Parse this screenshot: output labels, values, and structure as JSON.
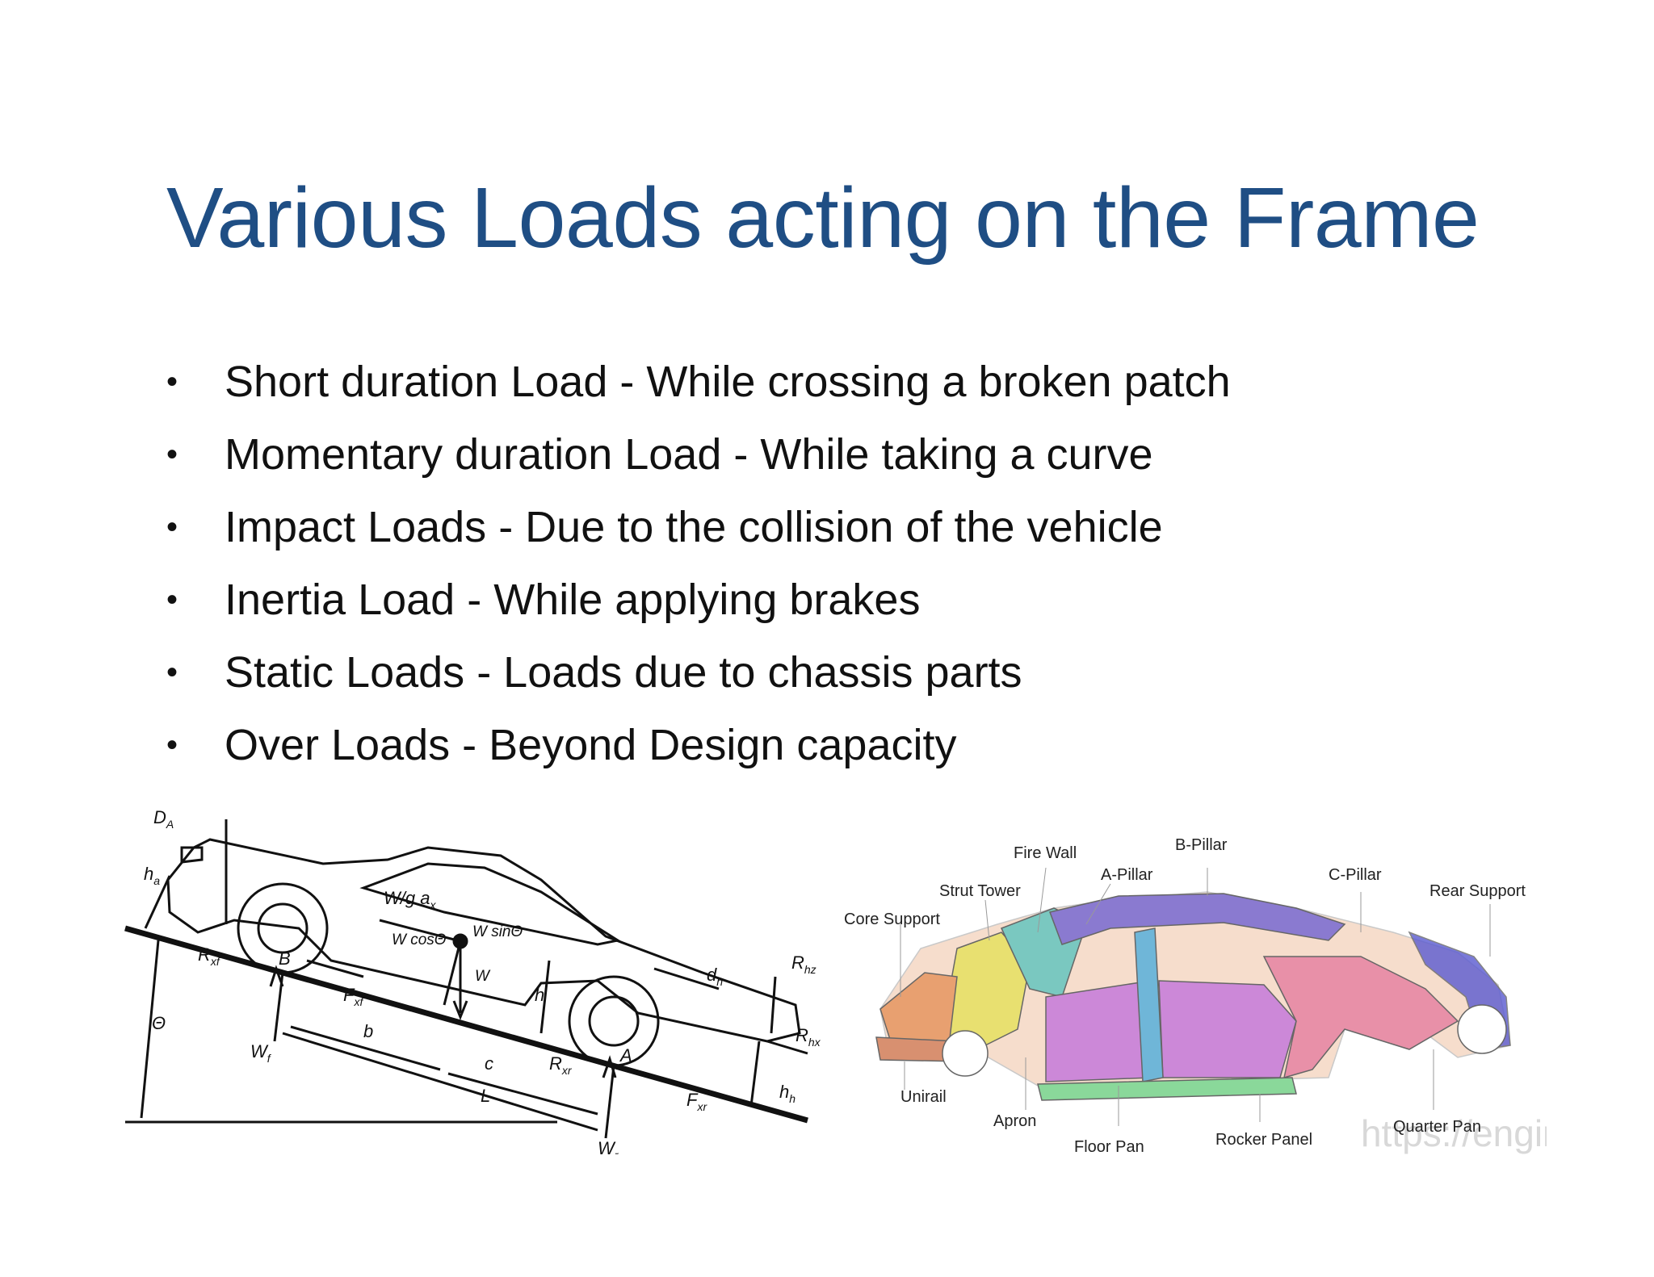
{
  "slide": {
    "title": "Various Loads acting on the Frame",
    "bullets": [
      "Short duration Load - While crossing a broken patch",
      "Momentary duration Load - While taking a curve",
      "Impact Loads - Due to the collision of the vehicle",
      "Inertia Load - While applying brakes",
      "Static Loads - Loads due to chassis parts",
      "Over Loads - Beyond Design capacity"
    ],
    "bullet_symbol": "•"
  },
  "vehicle_diagram": {
    "labels": {
      "DA": "D",
      "DA_sub": "A",
      "ha": "h",
      "ha_sub": "a",
      "theta": "Θ",
      "Rxf": "R",
      "Rxf_sub": "xf",
      "Wf": "W",
      "Wf_sub": "f",
      "B": "B",
      "Fxf": "F",
      "Fxf_sub": "xf",
      "b": "b",
      "Wgax": "W/g a",
      "Wgax_sub": "x",
      "Wcos": "W cosΘ",
      "Wsin": "W sinΘ",
      "W": "W",
      "c": "c",
      "L": "L",
      "h": "h",
      "Rxr": "R",
      "Rxr_sub": "xr",
      "A": "A",
      "Wr": "W",
      "Wr_sub": "r",
      "Fxr": "F",
      "Fxr_sub": "xr",
      "dh": "d",
      "dh_sub": "h",
      "Rhz": "R",
      "Rhz_sub": "hz",
      "Rhx": "R",
      "Rhx_sub": "hx",
      "hh": "h",
      "hh_sub": "h"
    }
  },
  "body_diagram": {
    "labels": {
      "fire_wall": "Fire Wall",
      "a_pillar": "A-Pillar",
      "b_pillar": "B-Pillar",
      "c_pillar": "C-Pillar",
      "strut_tower": "Strut Tower",
      "core_support": "Core Support",
      "rear_support": "Rear Support",
      "unirail": "Unirail",
      "apron": "Apron",
      "floor_pan": "Floor Pan",
      "rocker_panel": "Rocker Panel",
      "quarter_pan": "Quarter Pan"
    },
    "watermark": "https://engineeringlearn.c",
    "colors": {
      "yellow": "#e8e070",
      "magenta": "#cc88d8",
      "blue": "#6fb6d8",
      "pink": "#e890a8",
      "purple": "#8a7ad0",
      "orange": "#e8a070",
      "green": "#8ad89a",
      "teal": "#7ac8c0"
    }
  }
}
